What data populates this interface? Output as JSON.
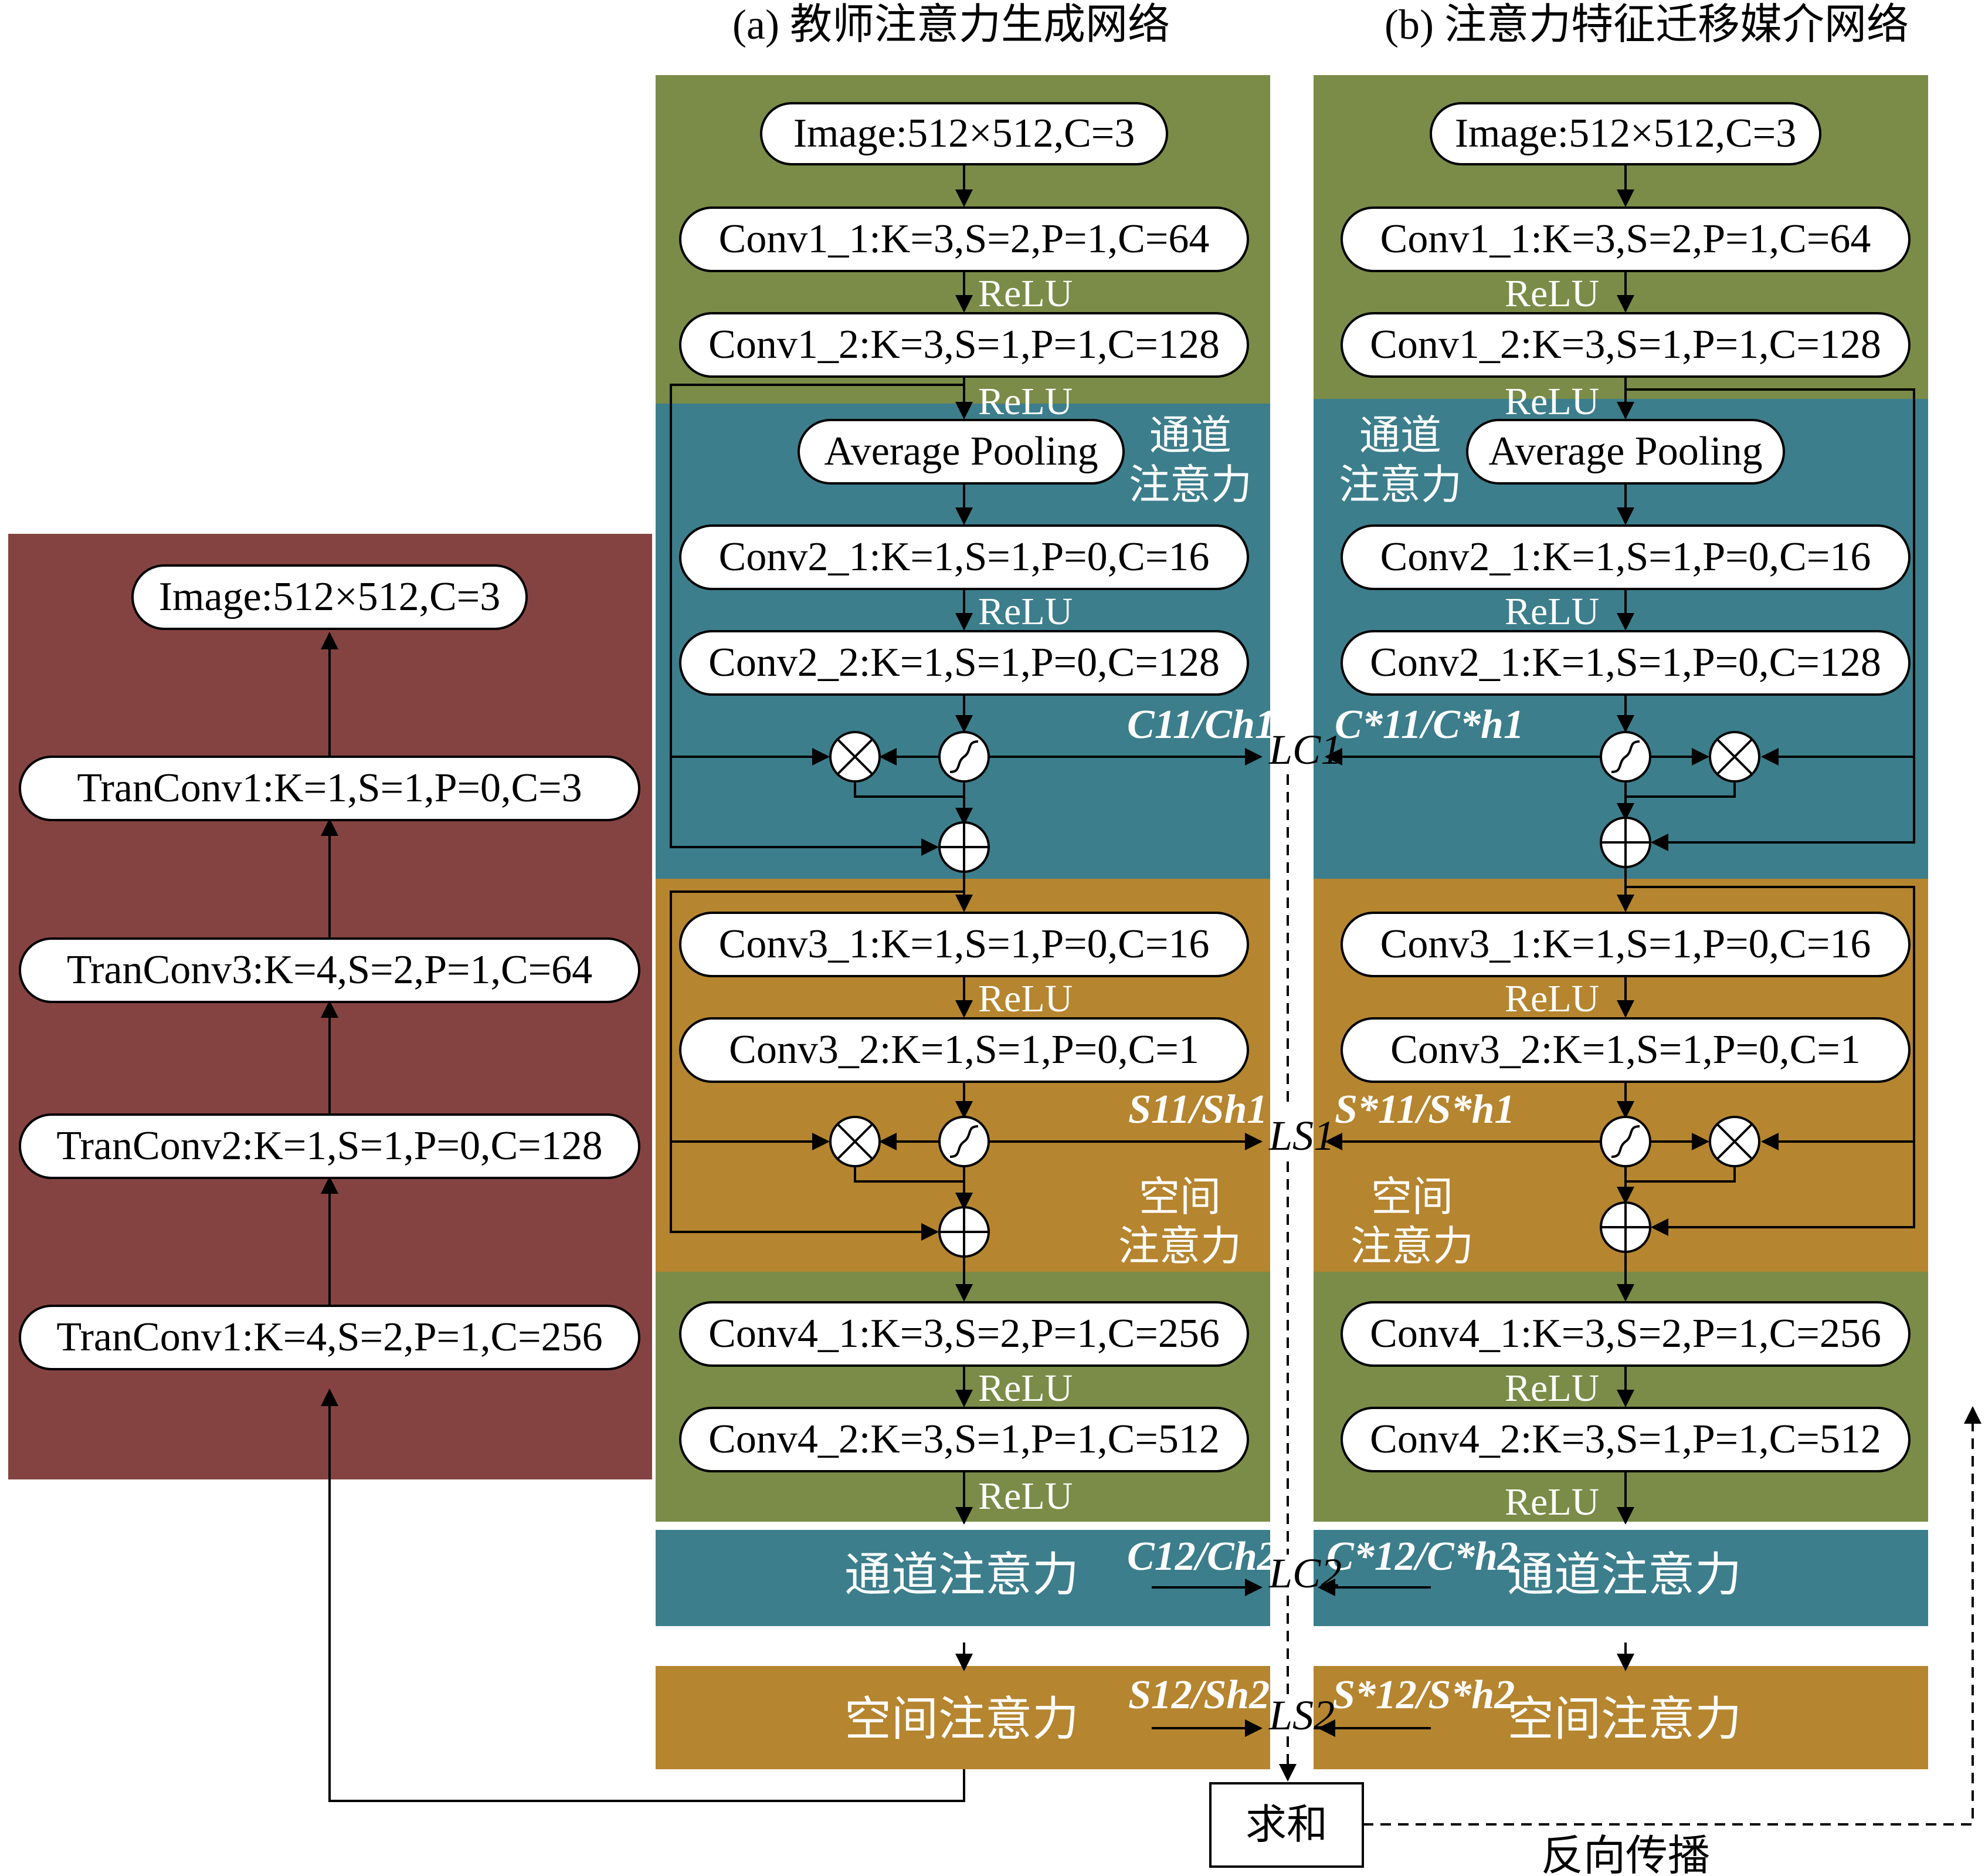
{
  "headers": {
    "a": "(a) 教师注意力生成网络",
    "b": "(b) 注意力特征迁移媒介网络"
  },
  "colors": {
    "green": "#7a8c47",
    "teal": "#3c7e8c",
    "orange": "#b5852f",
    "maroon": "#844341"
  },
  "teacher": {
    "image": "Image:512×512,C=3",
    "conv1_1": "Conv1_1:K=3,S=2,P=1,C=64",
    "conv1_2": "Conv1_2:K=3,S=1,P=1,C=128",
    "avgpool": "Average Pooling",
    "conv2_1": "Conv2_1:K=1,S=1,P=0,C=16",
    "conv2_2": "Conv2_2:K=1,S=1,P=0,C=128",
    "conv3_1": "Conv3_1:K=1,S=1,P=0,C=16",
    "conv3_2": "Conv3_2:K=1,S=1,P=0,C=1",
    "conv4_1": "Conv4_1:K=3,S=2,P=1,C=256",
    "conv4_2": "Conv4_2:K=3,S=1,P=1,C=512",
    "channel_attention_label": [
      "通道",
      "注意力"
    ],
    "spatial_attention_label": [
      "空间",
      "注意力"
    ],
    "channel_block": "通道注意力",
    "spatial_block": "空间注意力",
    "c1_label": "C11/Ch1",
    "s1_label": "S11/Sh1",
    "c2_label": "C12/Ch2",
    "s2_label": "S12/Sh2"
  },
  "medium": {
    "image": "Image:512×512,C=3",
    "conv1_1": "Conv1_1:K=3,S=2,P=1,C=64",
    "conv1_2": "Conv1_2:K=3,S=1,P=1,C=128",
    "avgpool": "Average Pooling",
    "conv2_1": "Conv2_1:K=1,S=1,P=0,C=16",
    "conv2_2": "Conv2_1:K=1,S=1,P=0,C=128",
    "conv3_1": "Conv3_1:K=1,S=1,P=0,C=16",
    "conv3_2": "Conv3_2:K=1,S=1,P=0,C=1",
    "conv4_1": "Conv4_1:K=3,S=2,P=1,C=256",
    "conv4_2": "Conv4_2:K=3,S=1,P=1,C=512",
    "channel_attention_label": [
      "通道",
      "注意力"
    ],
    "spatial_attention_label": [
      "空间",
      "注意力"
    ],
    "channel_block": "通道注意力",
    "spatial_block": "空间注意力",
    "c1_label": "C*11/C*h1",
    "s1_label": "S*11/S*h1",
    "c2_label": "C*12/C*h2",
    "s2_label": "S*12/S*h2"
  },
  "decoder": {
    "image": "Image:512×512,C=3",
    "tranconv1_top": "TranConv1:K=1,S=1,P=0,C=3",
    "tranconv3": "TranConv3:K=4,S=2,P=1,C=64",
    "tranconv2": "TranConv2:K=1,S=1,P=0,C=128",
    "tranconv1_bottom": "TranConv1:K=4,S=2,P=1,C=256"
  },
  "relu": "ReLU",
  "losses": {
    "lc1": "LC1",
    "ls1": "LS1",
    "lc2": "LC2",
    "ls2": "LS2"
  },
  "sum": "求和",
  "backprop": "反向传播"
}
